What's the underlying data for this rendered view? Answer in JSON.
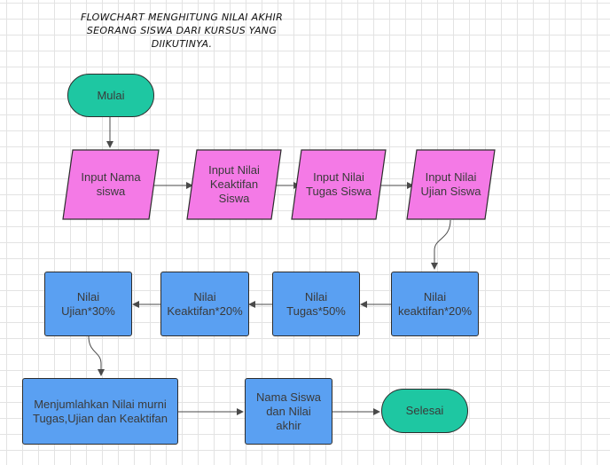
{
  "title": {
    "line1": "FLOWCHART MENGHITUNG NILAI AKHIR",
    "line2": "SEORANG SISWA DARI KURSUS YANG",
    "line3": "DIIKUTINYA."
  },
  "nodes": {
    "start": "Mulai",
    "input_nama": "Input Nama\nsiswa",
    "input_keaktifan": "Input Nilai\nKeaktifan\nSiswa",
    "input_tugas": "Input Nilai\nTugas Siswa",
    "input_ujian": "Input Nilai\nUjian Siswa",
    "proc_keaktifan_20": "Nilai\nkeaktifan*20%",
    "proc_tugas_50": "Nilai\nTugas*50%",
    "proc_keaktifan_20b": "Nilai\nKeaktifan*20%",
    "proc_ujian_30": "Nilai\nUjian*30%",
    "proc_sum": "Menjumlahkan Nilai murni\nTugas,Ujian dan Keaktifan",
    "output": "Nama Siswa\ndan Nilai\nakhir",
    "end": "Selesai"
  },
  "colors": {
    "terminal": "#1ec7a2",
    "io": "#f47ae6",
    "process": "#5aa0f2",
    "edge": "#4a4a4a"
  }
}
